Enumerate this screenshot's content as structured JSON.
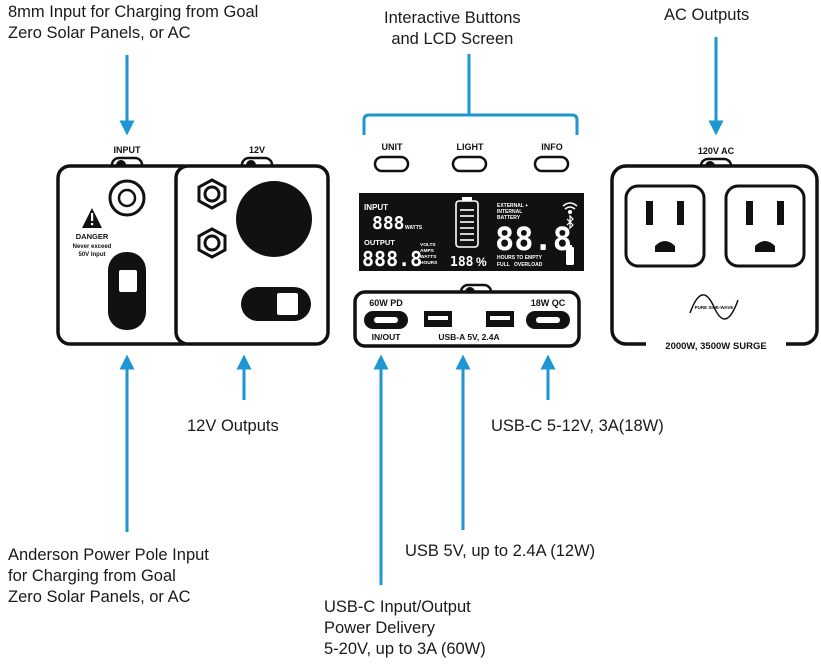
{
  "callouts": {
    "input_8mm": "8mm Input for Charging from Goal\nZero Solar Panels, or AC",
    "buttons_lcd": "Interactive Buttons\nand LCD Screen",
    "ac_outputs": "AC Outputs",
    "outputs_12v": "12V Outputs",
    "usbc_18w": "USB-C 5-12V, 3A(18W)",
    "anderson": "Anderson Power Pole Input\nfor Charging from Goal\nZero Solar Panels, or AC",
    "usb_a": "USB 5V, up to 2.4A (12W)",
    "usbc_pd": "USB-C Input/Output\nPower Delivery\n5-20V, up to 3A (60W)"
  },
  "panels": {
    "input": {
      "label": "INPUT",
      "danger_title": "DANGER",
      "danger_line1": "Never exceed",
      "danger_line2": "50V Input"
    },
    "twelve_v": {
      "label": "12V"
    },
    "usb": {
      "buttons": [
        "UNIT",
        "LIGHT",
        "INFO"
      ],
      "port_60w": "60W PD",
      "port_18w": "18W QC",
      "in_out": "IN/OUT",
      "usb_a": "USB-A 5V, 2.4A"
    },
    "lcd": {
      "input": "INPUT",
      "input_digits": "888",
      "watts": "WATTS",
      "output": "OUTPUT",
      "output_digits": "888.8",
      "volts": "VOLTS",
      "amps": "AMPS",
      "watts2": "WATTS",
      "hours": "HOURS",
      "percent_digits": "188",
      "percent_sign": "%",
      "external1": "EXTERNAL +",
      "external2": "INTERNAL",
      "external3": "BATTERY",
      "big_digits": "88.8",
      "hours_to_empty": "HOURS TO EMPTY",
      "full": "FULL",
      "overload": "OVERLOAD"
    },
    "ac": {
      "label": "120V AC",
      "pure_sine": "PURE SINE-WAVE",
      "surge": "2000W, 3500W SURGE"
    }
  },
  "colors": {
    "arrow": "#1e96d2",
    "ink": "#1a1a1a",
    "panel_bg": "#ffffff"
  },
  "icons": [
    "danger-triangle-icon",
    "wifi-icon",
    "bluetooth-icon",
    "battery-icon",
    "sine-wave-icon"
  ]
}
